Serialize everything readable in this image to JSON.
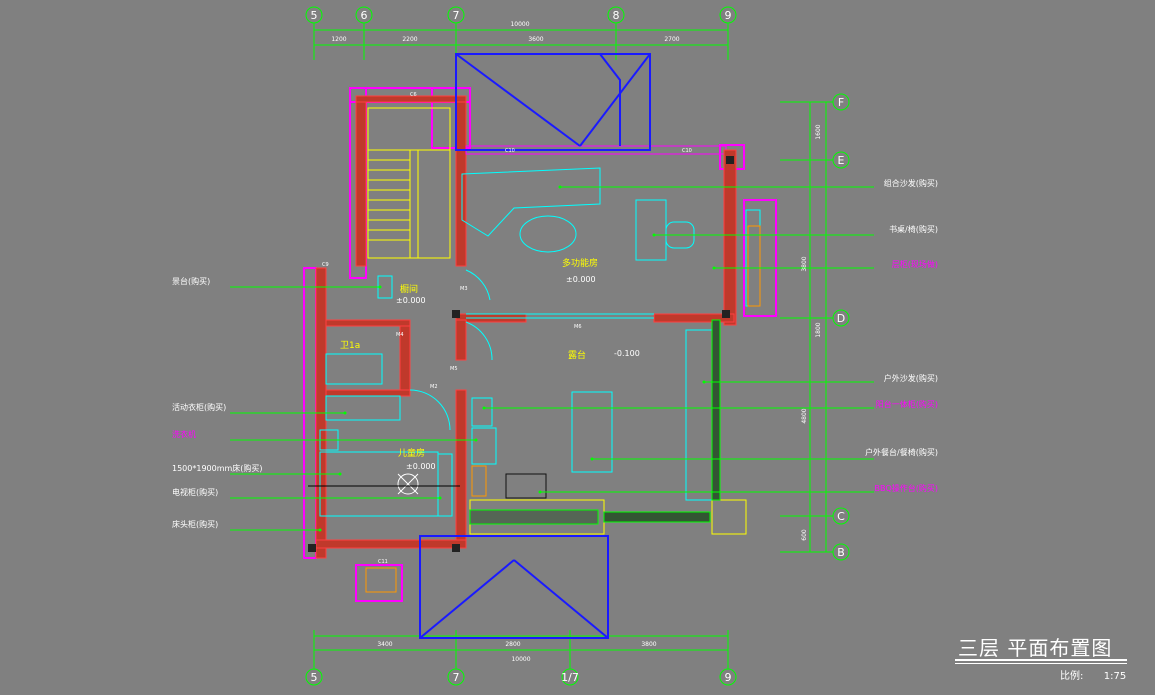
{
  "drawing": {
    "title": "三层  平面布置图",
    "scale_label": "比例:",
    "scale_value": "1:75"
  },
  "axes_top": [
    "5",
    "6",
    "7",
    "8",
    "9"
  ],
  "axes_bottom": [
    "5",
    "7",
    "1/7",
    "9"
  ],
  "axes_right": [
    "F",
    "E",
    "D",
    "C",
    "B"
  ],
  "dims_top_total": "10000",
  "dims_top": [
    "1200",
    "2200",
    "3600",
    "2700"
  ],
  "dims_bottom": [
    "3400",
    "2800",
    "3800"
  ],
  "dims_bottom_total": "10000",
  "dims_right": [
    "1600",
    "3800",
    "1800",
    "4800",
    "600"
  ],
  "rooms": {
    "multi": "多功能房",
    "multi_level": "±0.000",
    "kitchen": "橱间",
    "kitchen_level": "±0.000",
    "bath": "卫1a",
    "terrace": "露台",
    "terrace_level": "-0.100",
    "child": "儿童房",
    "child_level": "±0.000"
  },
  "left_labels": [
    "景台(购买)",
    "活动衣柜(购买)",
    "洗衣机",
    "1500*1900mm床(购买)",
    "电视柜(购买)",
    "床头柜(购买)"
  ],
  "right_labels": [
    "组合沙发(购买)",
    "书桌/椅(购买)",
    "层柜(现场做)",
    "户外沙发(购买)",
    "阳台一体柜(购买)",
    "户外餐台/餐椅(购买)",
    "BBQ操作台(购买)"
  ],
  "tags": [
    "C6",
    "C10",
    "C10",
    "M6",
    "M2",
    "M3",
    "C11",
    "C9",
    "M4",
    "M5"
  ]
}
